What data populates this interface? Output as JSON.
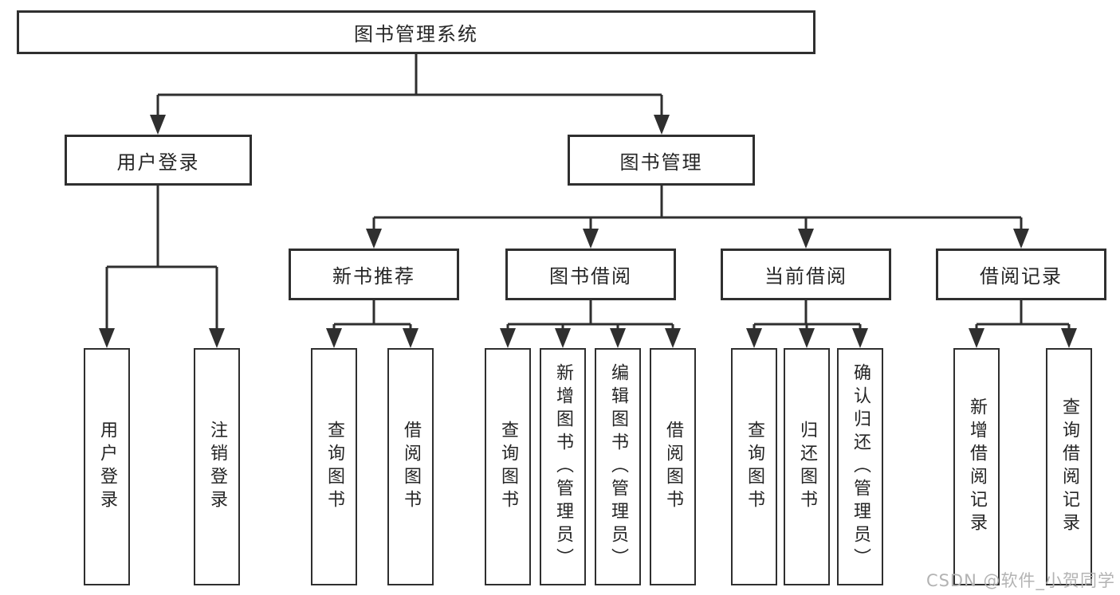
{
  "diagram_title": "图书管理系统",
  "watermark": "CSDN @软件_小贺同学",
  "colors": {
    "line": "#2f2f2f",
    "box_border": "#2f2f2f",
    "box_fill": "#ffffff",
    "text": "#252525",
    "watermark": "#b3b3b3",
    "background": "#ffffff"
  },
  "tree": {
    "root": "图书管理系统",
    "branches": [
      {
        "label": "用户登录",
        "children": [
          "用户登录",
          "注销登录"
        ]
      },
      {
        "label": "图书管理",
        "children": [
          {
            "label": "新书推荐",
            "children": [
              "查询图书",
              "借阅图书"
            ]
          },
          {
            "label": "图书借阅",
            "children": [
              "查询图书",
              "新增图书（管理员）",
              "编辑图书（管理员）",
              "借阅图书"
            ]
          },
          {
            "label": "当前借阅",
            "children": [
              "查询图书",
              "归还图书",
              "确认归还（管理员）"
            ]
          },
          {
            "label": "借阅记录",
            "children": [
              "新增借阅记录",
              "查询借阅记录"
            ]
          }
        ]
      }
    ]
  }
}
